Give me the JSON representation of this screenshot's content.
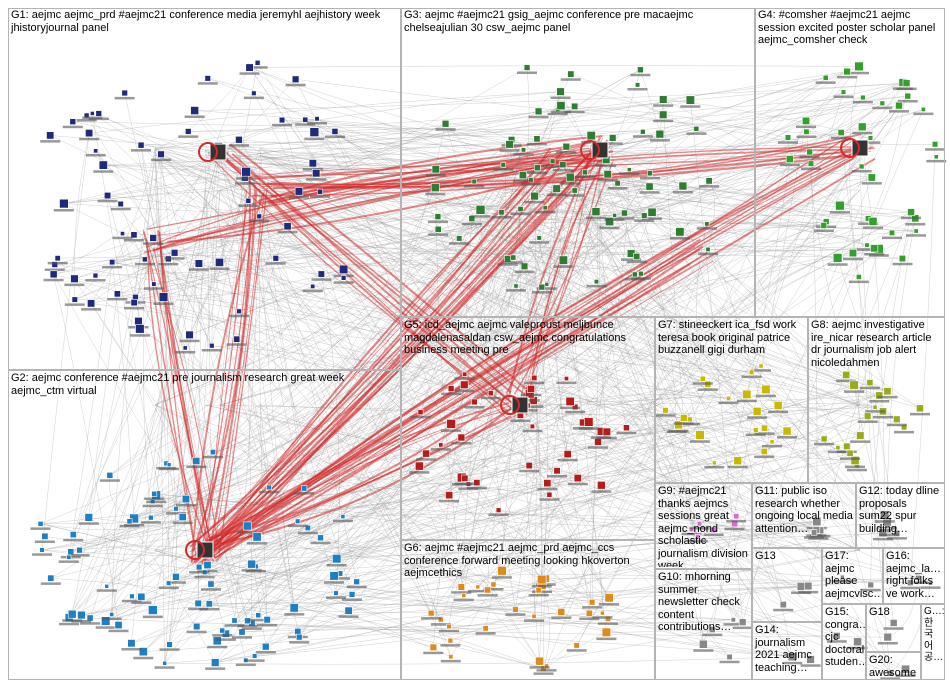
{
  "groups": [
    {
      "id": "G1",
      "label": "G1: aejmc aejmc_prd #aejmc21 conference media jeremyhl aejhistory week jhistoryjournal panel",
      "color": "#1f2a7a"
    },
    {
      "id": "G2",
      "label": "G2: aejmc conference #aejmc21 pre journalism research great week aejmc_ctm virtual",
      "color": "#1e7fc4"
    },
    {
      "id": "G3",
      "label": "G3: aejmc #aejmc21 gsig_aejmc conference pre macaejmc chelseajulian 30 csw_aejmc panel",
      "color": "#2e7d32"
    },
    {
      "id": "G4",
      "label": "G4: #comsher #aejmc21 aejmc session excited poster scholar panel aejmc_comsher check",
      "color": "#33a02c"
    },
    {
      "id": "G5",
      "label": "G5: icd_aejmc aejmc valeproust meljbunce magdalenasaldan csw_aejmc congratulations business meeting pre",
      "color": "#b71c1c"
    },
    {
      "id": "G6",
      "label": "G6: aejmc #aejmc21 aejmc_prd aejmc_ccs conference forward meeting looking hkoverton aejmcethics",
      "color": "#e08a1e"
    },
    {
      "id": "G7",
      "label": "G7: stineeckert ica_fsd work teresa book original patrice buzzanell gigi durham",
      "color": "#c9b800"
    },
    {
      "id": "G8",
      "label": "G8: aejmc investigative ire_nicar research article dr journalism job alert nicoledahmen",
      "color": "#9aaa1a"
    },
    {
      "id": "G9",
      "label": "G9: #aejmc21 thanks aejmcs sessions great aejmc_nond scholastic journalism division week",
      "color": "#d36fd3"
    },
    {
      "id": "G10",
      "label": "G10: mhorning summer newsletter check content contributions…",
      "color": "#888888"
    },
    {
      "id": "G11",
      "label": "G11: public iso research whether ongoing local media attention…",
      "color": "#888888"
    },
    {
      "id": "G12",
      "label": "G12: today dline proposals sum22 spur building…",
      "color": "#888888"
    },
    {
      "id": "G13",
      "label": "G13",
      "color": "#888888"
    },
    {
      "id": "G14",
      "label": "G14: journalism 2021 aejmc teaching…",
      "color": "#888888"
    },
    {
      "id": "G15",
      "label": "G15: congra… cjc doctoral studen…",
      "color": "#888888"
    },
    {
      "id": "G16",
      "label": "G16: aejmc_la… right folks ve work…",
      "color": "#888888"
    },
    {
      "id": "G17",
      "label": "G17: aejmc please aejmcvisc…",
      "color": "#888888"
    },
    {
      "id": "G18",
      "label": "G18",
      "color": "#888888"
    },
    {
      "id": "G19",
      "label": "G…: 한국어 공…",
      "color": "#888888"
    },
    {
      "id": "G20",
      "label": "G20: awesome",
      "color": "#888888"
    }
  ],
  "colors": {
    "edge_gray": "#9a9a9a",
    "edge_red": "#d42a2a",
    "box_border": "#b4b4b4"
  }
}
